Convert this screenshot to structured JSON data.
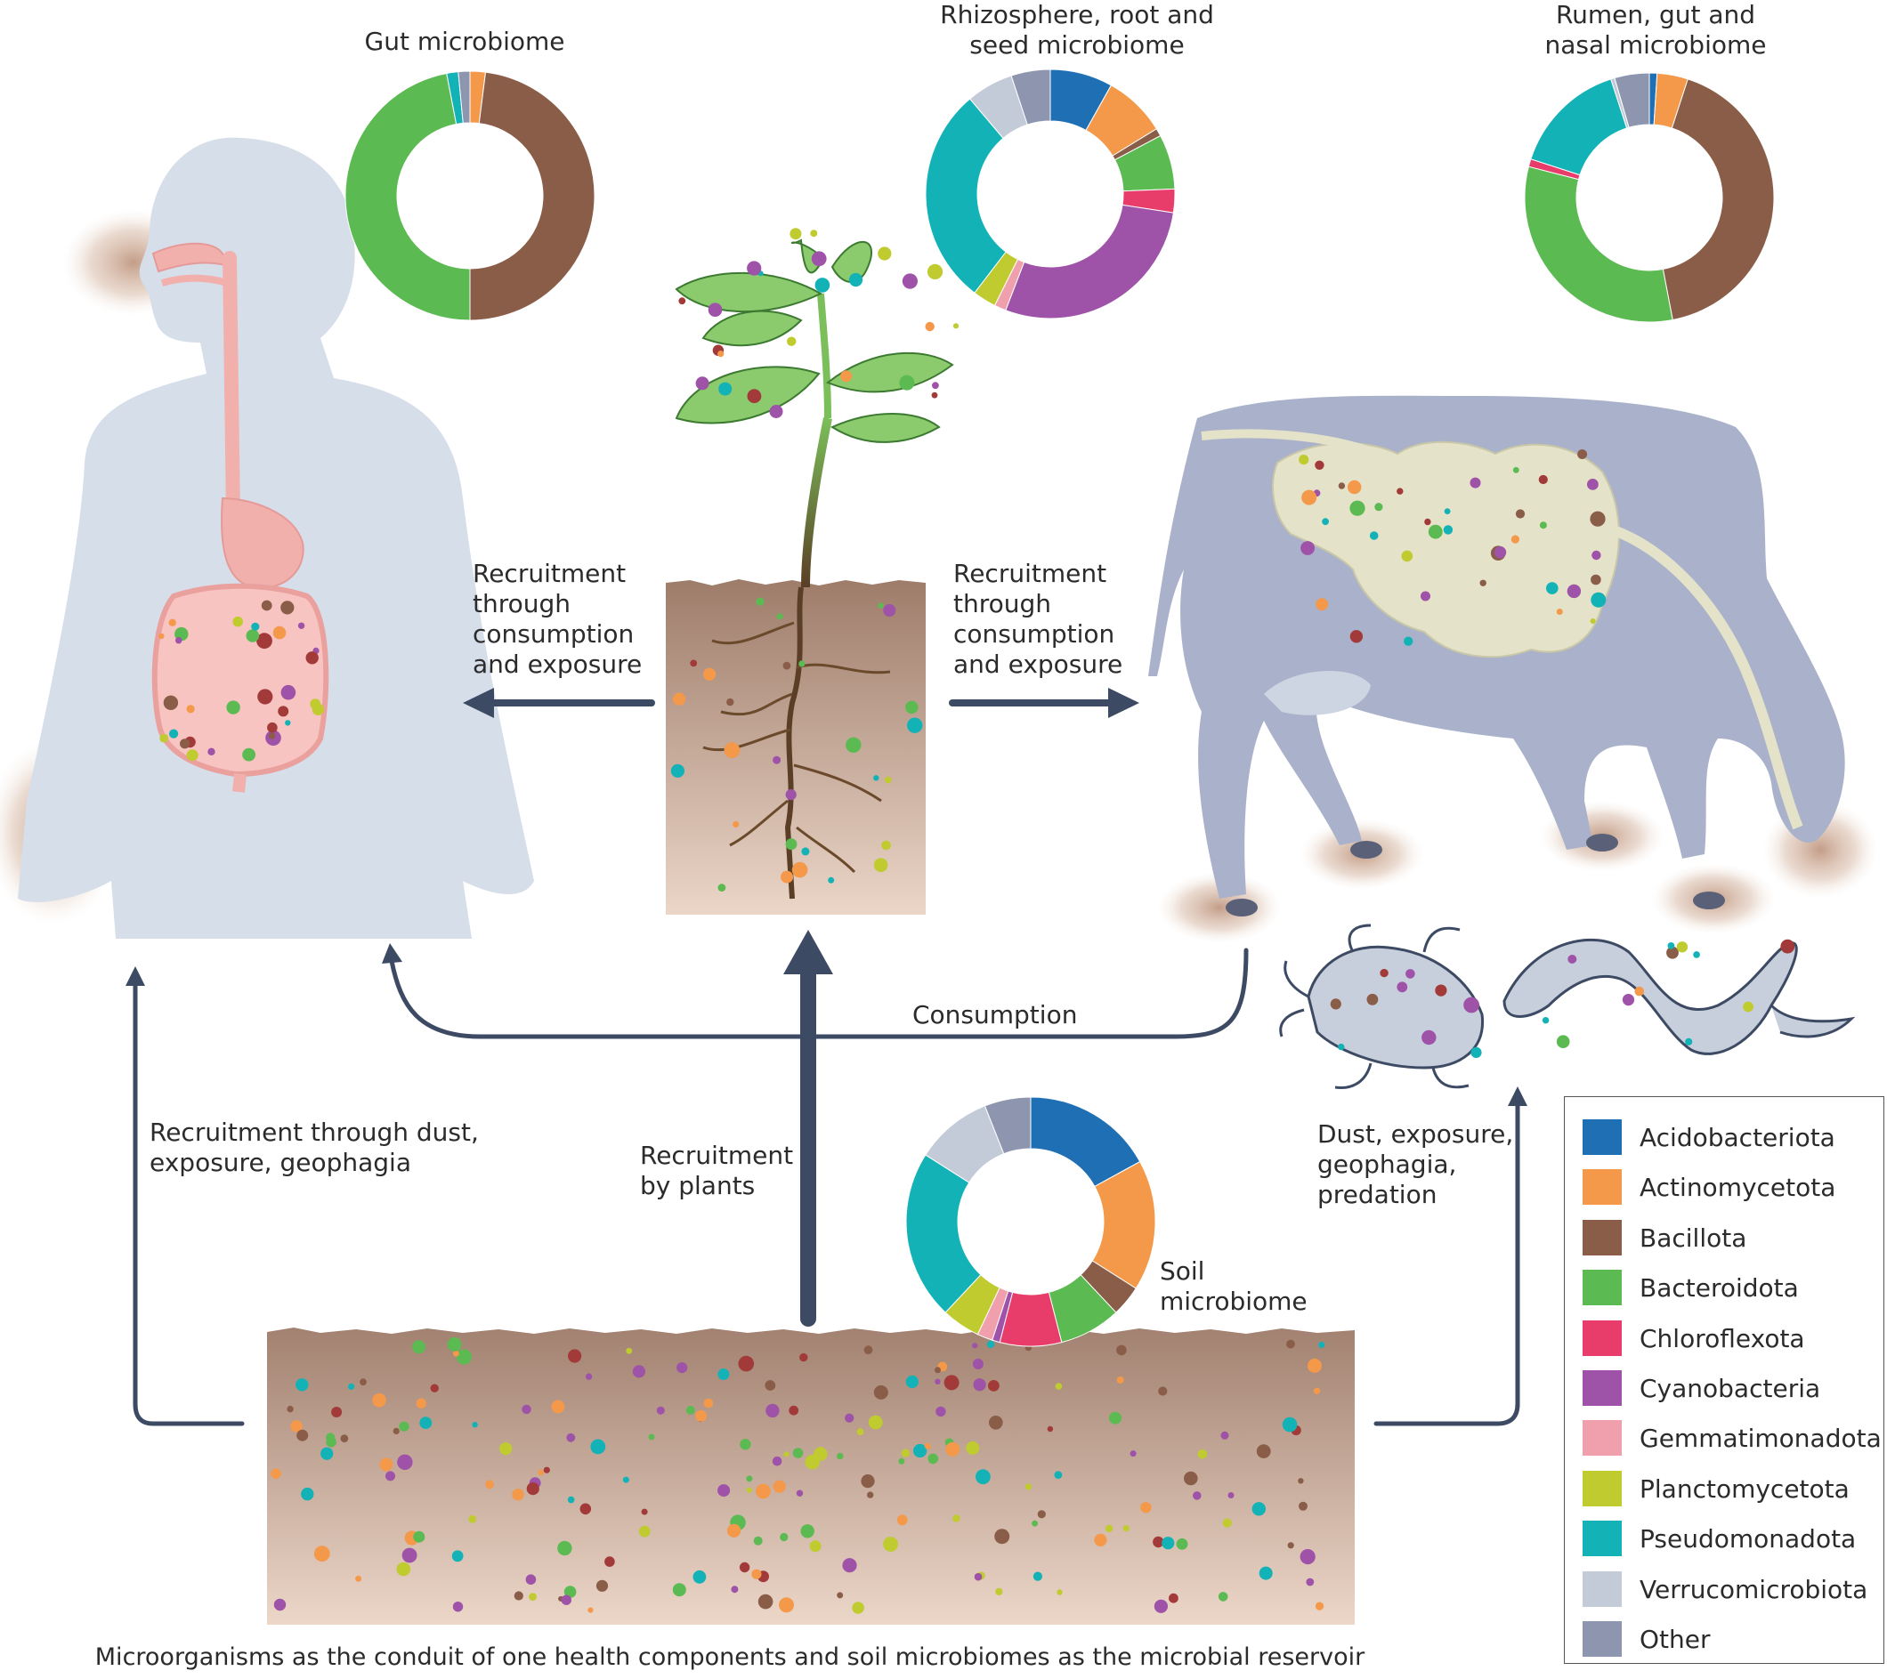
{
  "charts": {
    "gut": {
      "title": "Gut microbiome",
      "slices": [
        {
          "phylum": "Actinomycetota",
          "value": 2
        },
        {
          "phylum": "Bacillota",
          "value": 48
        },
        {
          "phylum": "Bacteroidota",
          "value": 47
        },
        {
          "phylum": "Pseudomonadota",
          "value": 1.5
        },
        {
          "phylum": "Other",
          "value": 1.5
        }
      ]
    },
    "plant": {
      "title_lines": [
        "Rhizosphere, root and",
        "seed microbiome"
      ],
      "slices": [
        {
          "phylum": "Acidobacteriota",
          "value": 8
        },
        {
          "phylum": "Actinomycetota",
          "value": 8
        },
        {
          "phylum": "Bacillota",
          "value": 1
        },
        {
          "phylum": "Bacteroidota",
          "value": 7
        },
        {
          "phylum": "Chloroflexota",
          "value": 3
        },
        {
          "phylum": "Cyanobacteria",
          "value": 28
        },
        {
          "phylum": "Gemmatimonadota",
          "value": 1.5
        },
        {
          "phylum": "Planctomycetota",
          "value": 3
        },
        {
          "phylum": "Pseudomonadota",
          "value": 28
        },
        {
          "phylum": "Verrucomicrobiota",
          "value": 6
        },
        {
          "phylum": "Other",
          "value": 5
        }
      ]
    },
    "cow": {
      "title_lines": [
        "Rumen, gut and",
        "nasal microbiome"
      ],
      "slices": [
        {
          "phylum": "Acidobacteriota",
          "value": 1
        },
        {
          "phylum": "Actinomycetota",
          "value": 4
        },
        {
          "phylum": "Bacillota",
          "value": 42
        },
        {
          "phylum": "Bacteroidota",
          "value": 32
        },
        {
          "phylum": "Chloroflexota",
          "value": 1
        },
        {
          "phylum": "Pseudomonadota",
          "value": 15
        },
        {
          "phylum": "Verrucomicrobiota",
          "value": 0.5
        },
        {
          "phylum": "Other",
          "value": 4.5
        }
      ]
    },
    "soil": {
      "title_lines": [
        "Soil",
        "microbiome"
      ],
      "slices": [
        {
          "phylum": "Acidobacteriota",
          "value": 17
        },
        {
          "phylum": "Actinomycetota",
          "value": 17
        },
        {
          "phylum": "Bacillota",
          "value": 4
        },
        {
          "phylum": "Bacteroidota",
          "value": 8
        },
        {
          "phylum": "Chloroflexota",
          "value": 8
        },
        {
          "phylum": "Cyanobacteria",
          "value": 1
        },
        {
          "phylum": "Gemmatimonadota",
          "value": 2
        },
        {
          "phylum": "Planctomycetota",
          "value": 5
        },
        {
          "phylum": "Pseudomonadota",
          "value": 22
        },
        {
          "phylum": "Verrucomicrobiota",
          "value": 10
        },
        {
          "phylum": "Other",
          "value": 6
        }
      ]
    }
  },
  "colors": {
    "Acidobacteriota": "#1f6fb4",
    "Actinomycetota": "#f4984a",
    "Bacillota": "#8a5d49",
    "Bacteroidota": "#5cba52",
    "Chloroflexota": "#e83c6a",
    "Cyanobacteria": "#9e52a8",
    "Gemmatimonadota": "#f0a0ac",
    "Planctomycetota": "#bfcb2e",
    "Pseudomonadota": "#12b2b7",
    "Verrucomicrobiota": "#c4cbd8",
    "Other": "#8e95ae"
  },
  "legend": [
    "Acidobacteriota",
    "Actinomycetota",
    "Bacillota",
    "Bacteroidota",
    "Chloroflexota",
    "Cyanobacteria",
    "Gemmatimonadota",
    "Planctomycetota",
    "Pseudomonadota",
    "Verrucomicrobiota",
    "Other"
  ],
  "labels": {
    "recruit_left": [
      "Recruitment",
      "through",
      "consumption",
      "and exposure"
    ],
    "recruit_right": [
      "Recruitment",
      "through",
      "consumption",
      "and exposure"
    ],
    "consumption": "Consumption",
    "dust_left": [
      "Recruitment through dust,",
      "exposure, geophagia"
    ],
    "plants": [
      "Recruitment",
      "by plants"
    ],
    "dust_right": [
      "Dust, exposure,",
      "geophagia,",
      "predation"
    ]
  },
  "footer": "Microorganisms as the conduit of one health components and soil microbiomes as the microbial reservoir"
}
